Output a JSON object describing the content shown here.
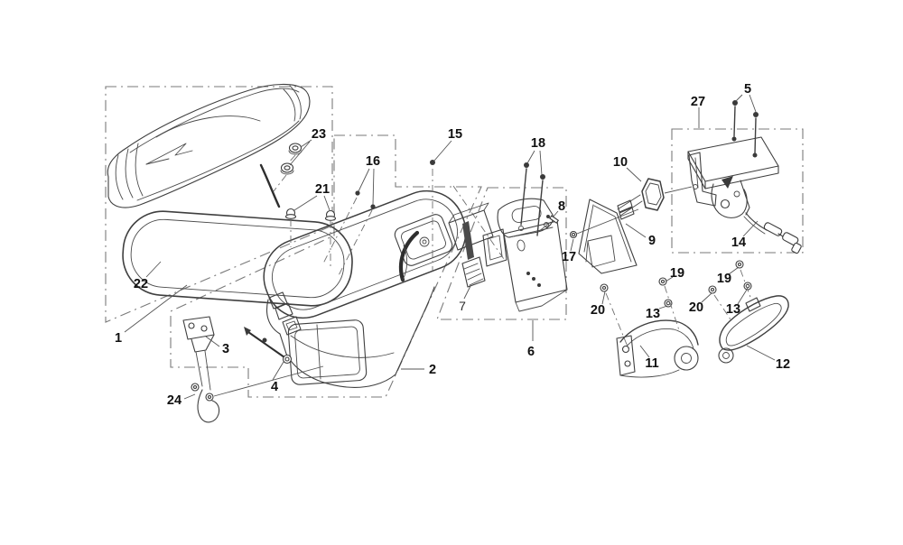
{
  "diagram": {
    "description": "Exploded parts diagram: seat, luggage box, seat lock and grab rails",
    "colors": {
      "background": "#ffffff",
      "line": "#3f3f3f",
      "boundary": "#7a7a7a",
      "label": "#101010"
    },
    "part_labels": [
      {
        "id": "1",
        "text": "1"
      },
      {
        "id": "2",
        "text": "2"
      },
      {
        "id": "3",
        "text": "3"
      },
      {
        "id": "4",
        "text": "4"
      },
      {
        "id": "5",
        "text": "5"
      },
      {
        "id": "6",
        "text": "6"
      },
      {
        "id": "7",
        "text": "7"
      },
      {
        "id": "8",
        "text": "8"
      },
      {
        "id": "9",
        "text": "9"
      },
      {
        "id": "10",
        "text": "10"
      },
      {
        "id": "11",
        "text": "11"
      },
      {
        "id": "12",
        "text": "12"
      },
      {
        "id": "13a",
        "text": "13"
      },
      {
        "id": "13b",
        "text": "13"
      },
      {
        "id": "14",
        "text": "14"
      },
      {
        "id": "15",
        "text": "15"
      },
      {
        "id": "16",
        "text": "16"
      },
      {
        "id": "17",
        "text": "17"
      },
      {
        "id": "18",
        "text": "18"
      },
      {
        "id": "19a",
        "text": "19"
      },
      {
        "id": "19b",
        "text": "19"
      },
      {
        "id": "20a",
        "text": "20"
      },
      {
        "id": "20b",
        "text": "20"
      },
      {
        "id": "21",
        "text": "21"
      },
      {
        "id": "22",
        "text": "22"
      },
      {
        "id": "23",
        "text": "23"
      },
      {
        "id": "24",
        "text": "24"
      },
      {
        "id": "27",
        "text": "27"
      }
    ]
  }
}
